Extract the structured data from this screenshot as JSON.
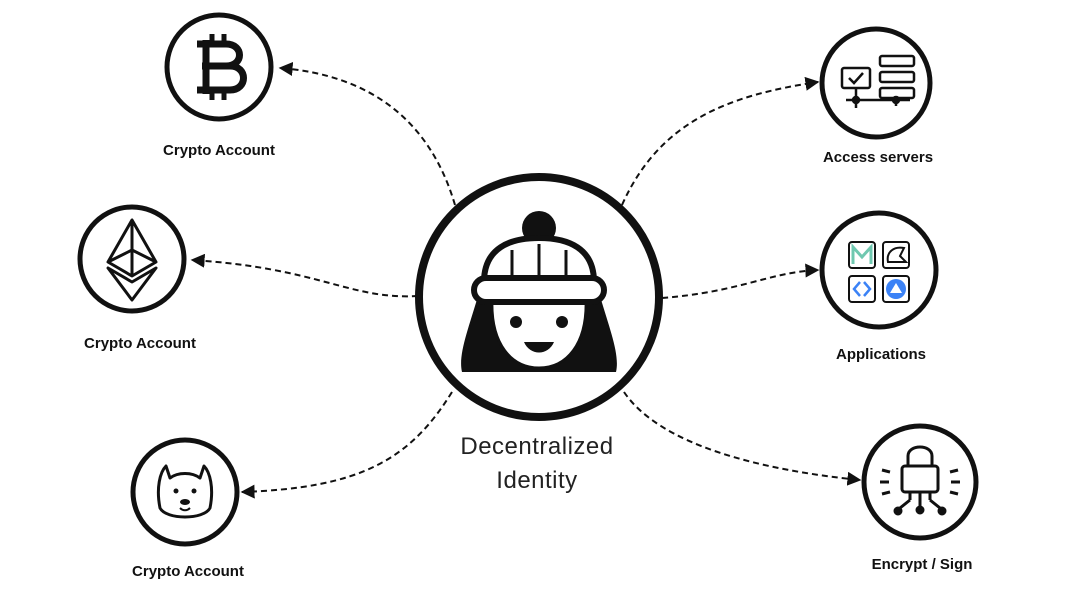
{
  "center": {
    "line1": "Decentralized",
    "line2": "Identity",
    "icon": "person-beanie-avatar-icon"
  },
  "nodes": [
    {
      "id": "bitcoin",
      "label": "Crypto Account",
      "icon": "bitcoin-icon"
    },
    {
      "id": "ethereum",
      "label": "Crypto Account",
      "icon": "ethereum-icon"
    },
    {
      "id": "doge",
      "label": "Crypto Account",
      "icon": "doge-icon"
    },
    {
      "id": "servers",
      "label": "Access servers",
      "icon": "server-rack-icon"
    },
    {
      "id": "apps",
      "label": "Applications",
      "icon": "app-grid-icon"
    },
    {
      "id": "encrypt",
      "label": "Encrypt / Sign",
      "icon": "padlock-circuit-icon"
    }
  ],
  "colors": {
    "stroke": "#111111",
    "apps_blue": "#3b82f6",
    "apps_green": "#6fc8b0",
    "background": "#ffffff"
  }
}
